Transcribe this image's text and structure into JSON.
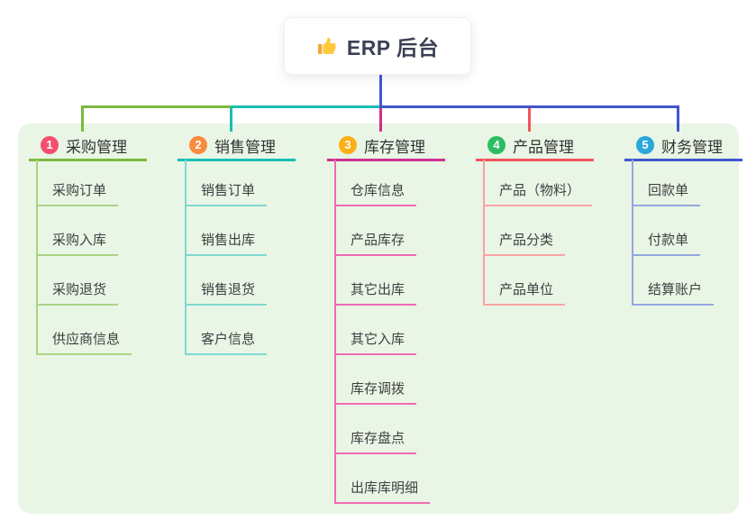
{
  "title": {
    "text": "ERP 后台",
    "icon": "thumbs-up-icon"
  },
  "colors": {
    "canvas_bg": "#ffffff",
    "panel_bg": "#e9f6e6",
    "root_connector": "#4156cd",
    "title_text": "#3b4154",
    "header_text": "#333333",
    "item_text": "#3f3f3f"
  },
  "branches": [
    {
      "number": "1",
      "label": "采购管理",
      "badge_color": "#f4506e",
      "accent_color": "#7cb93e",
      "line_color": "#aad483",
      "items": [
        "采购订单",
        "采购入库",
        "采购退货",
        "供应商信息"
      ]
    },
    {
      "number": "2",
      "label": "销售管理",
      "badge_color": "#fb8a3e",
      "accent_color": "#17bfb3",
      "line_color": "#7fd8cf",
      "items": [
        "销售订单",
        "销售出库",
        "销售退货",
        "客户信息"
      ]
    },
    {
      "number": "3",
      "label": "库存管理",
      "badge_color": "#fbb018",
      "accent_color": "#d02e90",
      "line_color": "#f06ab4",
      "items": [
        "仓库信息",
        "产品库存",
        "其它出库",
        "其它入库",
        "库存调拨",
        "库存盘点",
        "出库库明细"
      ]
    },
    {
      "number": "4",
      "label": "产品管理",
      "badge_color": "#2cbd62",
      "accent_color": "#f2545b",
      "line_color": "#f8a3a3",
      "items": [
        "产品（物料）",
        "产品分类",
        "产品单位"
      ]
    },
    {
      "number": "5",
      "label": "财务管理",
      "badge_color": "#2ba7dc",
      "accent_color": "#4156cd",
      "line_color": "#93a7e0",
      "items": [
        "回款单",
        "付款单",
        "结算账户"
      ]
    }
  ]
}
